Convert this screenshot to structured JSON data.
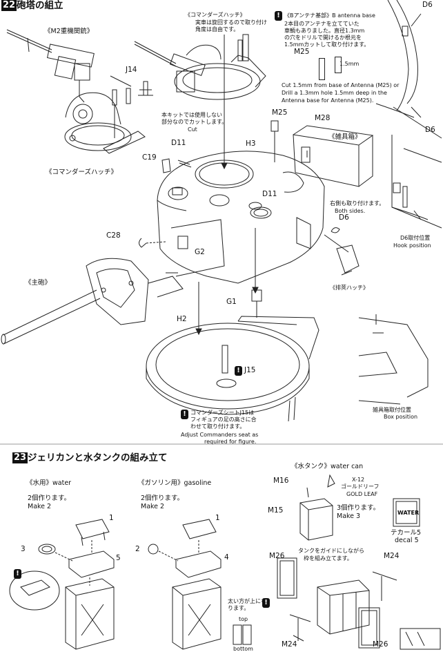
{
  "step22": {
    "number": "22",
    "title": "砲塔の組立",
    "m2_label": "《M2重機関銃》",
    "j14": "J14",
    "cmd_hatch_left": "《コマンダーズハッチ》",
    "cmd_hatch_note": {
      "title": "《コマンダーズハッチ》",
      "line1": "実車は旋回するので取り付け",
      "line2": "角度は自由です。"
    },
    "antenna_note": {
      "title": "《Bアンテナ基部》B antenna base",
      "line1": "2本目のアンテナを立てていた",
      "line2": "車輌もありました。直径1.3mm",
      "line3": "の穴をドリルで開けるか根元を",
      "line4": "1.5mmカットして取り付けます。",
      "m25": "M25",
      "dim": "1.5mm",
      "en1": "Cut 1.5mm from base of Antenna (M25) or",
      "en2": "Drill a 1.3mm hole 1.5mm deep in the",
      "en3": "Antenna base for Antenna (M25)."
    },
    "cut_note": {
      "line1": "本キットでは使用しない",
      "line2": "部分なのでカットします。",
      "line3": "Cut"
    },
    "d6_top": "D6",
    "d6_mid": "D6",
    "m25_label": "M25",
    "m28_label": "M28",
    "misc_box": "《雑具箱》",
    "c19": "C19",
    "d11_a": "D11",
    "h3": "H3",
    "d11_b": "D11",
    "both_sides": {
      "line1": "右側も取り付けます。",
      "line2": "Both sides."
    },
    "d6_right": "D6",
    "c28": "C28",
    "g2": "G2",
    "main_gun": "《主砲》",
    "escape_hatch": "《排莢ハッチ》",
    "g1": "G1",
    "h2": "H2",
    "j15": "J15",
    "d6_hook": {
      "line1": "D6取付位置",
      "line2": "Hook position"
    },
    "box_pos": {
      "line1": "雑具箱取付位置",
      "line2": "Box position"
    },
    "seat_note": {
      "line1": "コマンダーズシートJ15は",
      "line2": "フィギュアの足の高さに合",
      "line3": "わせて取り付けます。",
      "line4": "Adjust  Commanders  seat  as",
      "line5": "required for figure."
    }
  },
  "step23": {
    "number": "23",
    "title": "ジェリカンと水タンクの組み立て",
    "water": {
      "title": "《水用》water",
      "jp": "2個作ります。",
      "en": "Make 2",
      "n1": "1",
      "n3": "3",
      "n5": "5"
    },
    "gasoline": {
      "title": "《ガソリン用》gasoline",
      "jp": "2個作ります。",
      "en": "Make 2",
      "n1": "1",
      "n2": "2",
      "n4": "4"
    },
    "tank": {
      "title": "《水タンク》water can",
      "m16": "M16",
      "m15": "M15",
      "paint1": "X-12",
      "paint2": "ゴールドリーフ",
      "paint3": "GOLD LEAF",
      "jp": "3個作ります。",
      "en": "Make 3",
      "decal_text": "WATER",
      "decal_jp": "テカール5",
      "decal_en": "decal 5"
    },
    "frame": {
      "note1": "タンクをガイドにしながら",
      "note2": "枠を組み立てます。",
      "m26_a": "M26",
      "m24_a": "M24",
      "m24_b": "M24",
      "m26_b": "M26",
      "updown1": "太い方が上にな",
      "updown2": "ります。",
      "top": "top",
      "bottom": "bottom"
    }
  }
}
